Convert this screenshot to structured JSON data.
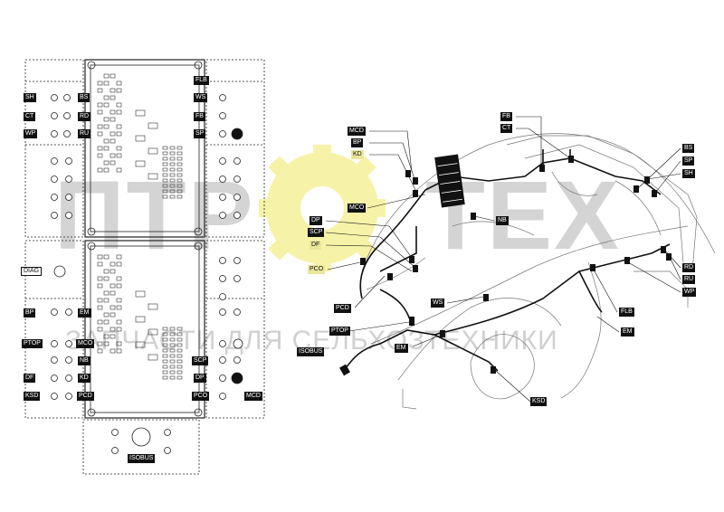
{
  "watermark": {
    "left": "ПТР",
    "right": "ТЕХ",
    "subtitle": "ЗАПЧАСТИ ДЛЯ СЕЛЬХОЗТЕХНИКИ",
    "gear_color": "#f2ee8a"
  },
  "panel": {
    "top_left_labels": [
      "SH",
      "CT",
      "WP"
    ],
    "top_mid_labels": [
      "BS",
      "RD",
      "RU"
    ],
    "top_right_labels": [
      "FLB",
      "WS",
      "FB",
      "SP"
    ],
    "diag_label": "DIAG",
    "bot_left_labels": [
      "BP",
      "PTOP",
      "DF",
      "KSD"
    ],
    "bot_mid_labels": [
      "EM",
      "MCO",
      "NB",
      "KD",
      "PCD"
    ],
    "bot_right_labels": [
      "SCP",
      "DP",
      "PCO"
    ],
    "mcd_label": "MCD",
    "isobus_label": "ISOBUS"
  },
  "harness": {
    "mcd": "MCD",
    "bp": "BP",
    "kd": "KD",
    "mco": "MCO",
    "dp": "DP",
    "scp": "SCP",
    "df": "DF",
    "pco": "PCO",
    "pcd": "PCD",
    "ptop": "PTOP",
    "isobus": "ISOBUS",
    "em1": "EM",
    "em2": "EM",
    "ws": "WS",
    "nb": "NB",
    "fb": "FB",
    "ct": "CT",
    "bs": "BS",
    "sp": "SP",
    "sh": "SH",
    "rd": "RD",
    "ru": "RU",
    "wp": "WP",
    "flb": "FLB",
    "ksd": "KSD"
  }
}
